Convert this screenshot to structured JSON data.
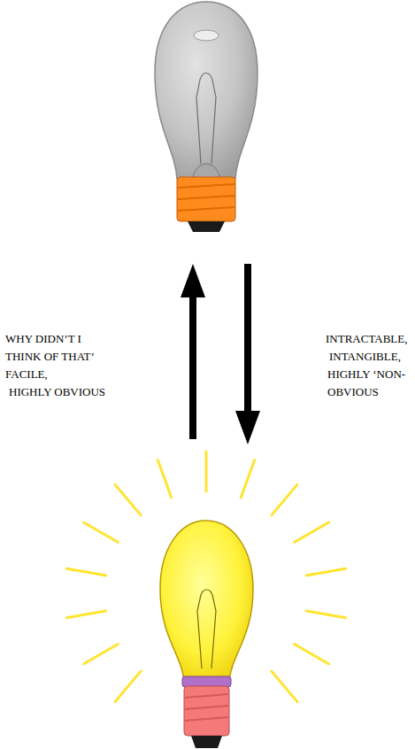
{
  "diagram": {
    "labels": [
      "WHY DIDN’T I THINK OF THAT’",
      "FACILE,",
      "HIGHLY OBVIOUS",
      "INTRACTABLE,",
      "INTANGIBLE,",
      "HIGHLY ‘NON-OBVIOUS"
    ]
  }
}
